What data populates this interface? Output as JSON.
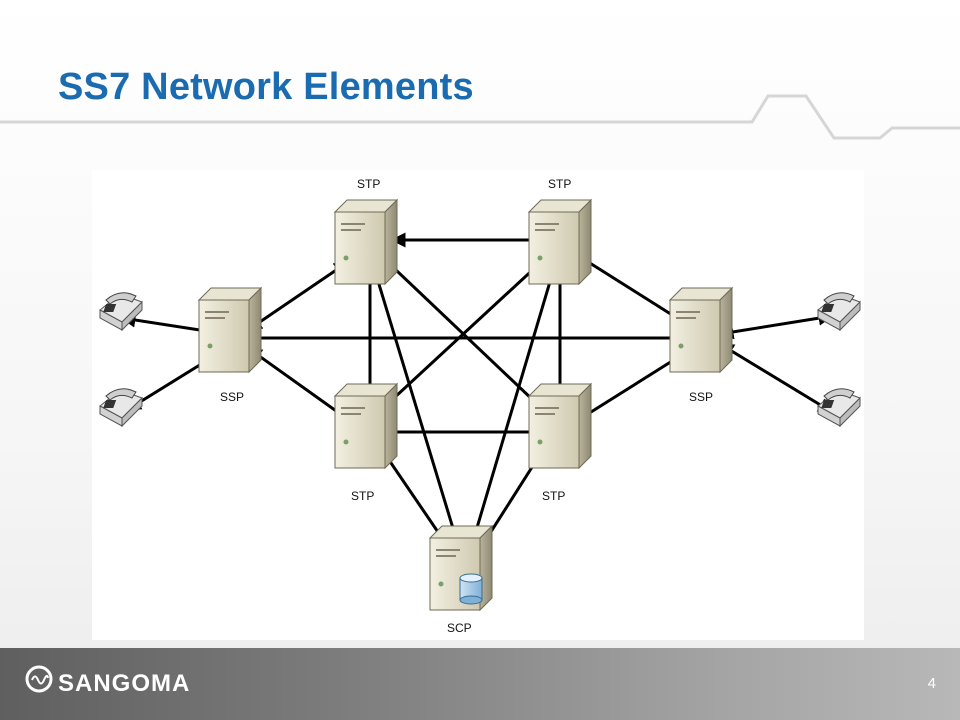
{
  "slide": {
    "title": "SS7 Network Elements",
    "page_number": "4"
  },
  "brand": {
    "name": "SANGOMA"
  },
  "colors": {
    "title": "#1a6bb0",
    "footer_dark": "#5f5f5f",
    "footer_light": "#b8b8b8",
    "arrow": "#000000"
  },
  "diagram": {
    "labels": {
      "stp_top_left": "STP",
      "stp_top_right": "STP",
      "ssp_left": "SSP",
      "ssp_right": "SSP",
      "stp_bottom_left": "STP",
      "stp_bottom_right": "STP",
      "scp": "SCP"
    }
  }
}
